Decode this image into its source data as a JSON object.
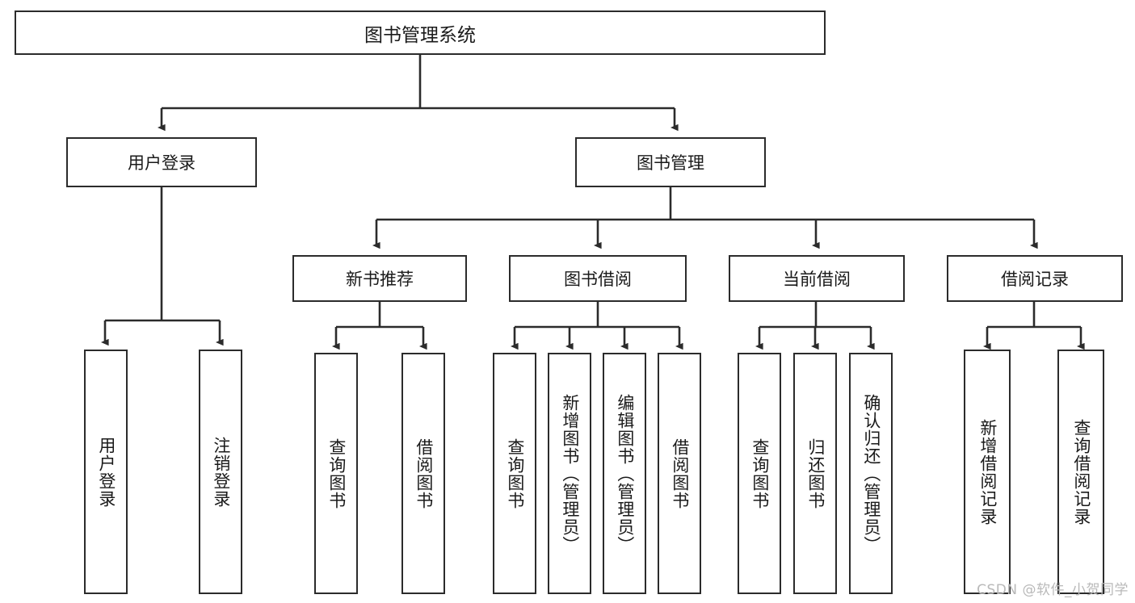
{
  "diagram": {
    "type": "tree-hierarchy",
    "title": "图书管理系统",
    "watermark": "CSDN @软件_小贺同学",
    "colors": {
      "box_border": "#2b2b2b",
      "box_fill": "#ffffff",
      "connector": "#2b2b2b",
      "text": "#1a1a1a",
      "watermark": "#b9b9b9"
    },
    "root": {
      "label": "图书管理系统"
    },
    "level1": [
      {
        "label": "用户登录"
      },
      {
        "label": "图书管理"
      }
    ],
    "level2": [
      {
        "label": "新书推荐"
      },
      {
        "label": "图书借阅"
      },
      {
        "label": "当前借阅"
      },
      {
        "label": "借阅记录"
      }
    ],
    "leaves": {
      "user_login": [
        {
          "label": "用户登录"
        },
        {
          "label": "注销登录"
        }
      ],
      "new_book_recommend": [
        {
          "label": "查询图书"
        },
        {
          "label": "借阅图书"
        }
      ],
      "book_borrow": [
        {
          "label": "查询图书"
        },
        {
          "label": "新增图书（管理员）"
        },
        {
          "label": "编辑图书（管理员）"
        },
        {
          "label": "借阅图书"
        }
      ],
      "current_borrow": [
        {
          "label": "查询图书"
        },
        {
          "label": "归还图书"
        },
        {
          "label": "确认归还（管理员）"
        }
      ],
      "borrow_record": [
        {
          "label": "新增借阅记录"
        },
        {
          "label": "查询借阅记录"
        }
      ]
    }
  }
}
